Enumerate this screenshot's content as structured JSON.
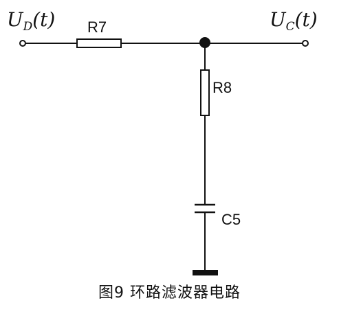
{
  "input_label": {
    "main": "U",
    "sub": "D",
    "arg": "(t)"
  },
  "output_label": {
    "main": "U",
    "sub": "C",
    "arg": "(t)"
  },
  "components": {
    "r7": "R7",
    "r8": "R8",
    "c5": "C5"
  },
  "caption": "图9 环路滤波器电路"
}
